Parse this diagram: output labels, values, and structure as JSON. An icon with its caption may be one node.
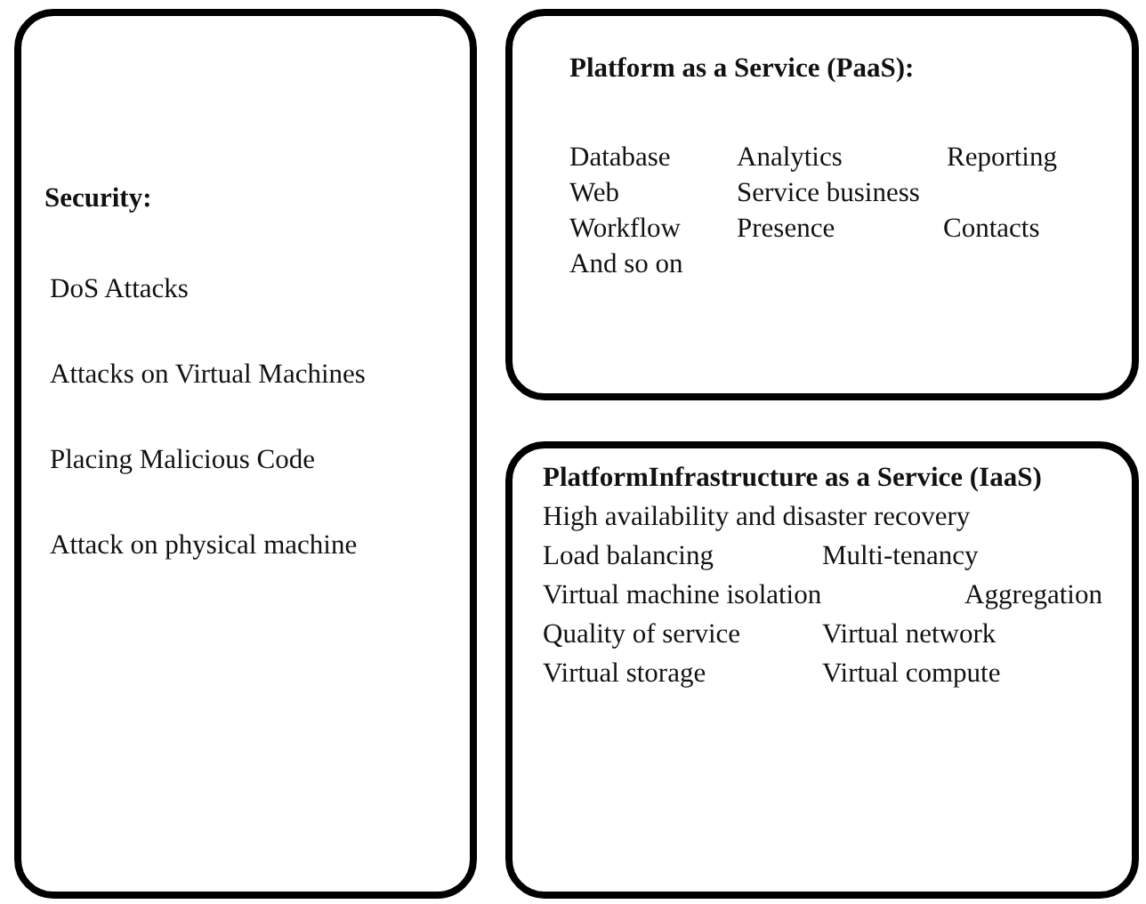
{
  "diagram": {
    "nodes": [
      {
        "text": [
          "Security:",
          "DoS Attacks",
          "Attacks on Virtual Machines",
          "Placing Malicious Code",
          "Attack on physical machine"
        ]
      },
      {
        "text": [
          "Platform as a Service (PaaS):",
          "Database",
          "Analytics",
          "Reporting",
          "Web",
          "Service business",
          "Workflow",
          "Presence",
          "Contacts",
          "And so on"
        ]
      },
      {
        "text": [
          "PlatformInfrastructure as a Service (IaaS)",
          "High availability and disaster recovery",
          "Load balancing",
          "Multi-tenancy",
          "Virtual machine isolation",
          "Aggregation",
          "Quality of service",
          "Virtual network",
          "Virtual storage",
          "Virtual compute"
        ]
      }
    ]
  }
}
